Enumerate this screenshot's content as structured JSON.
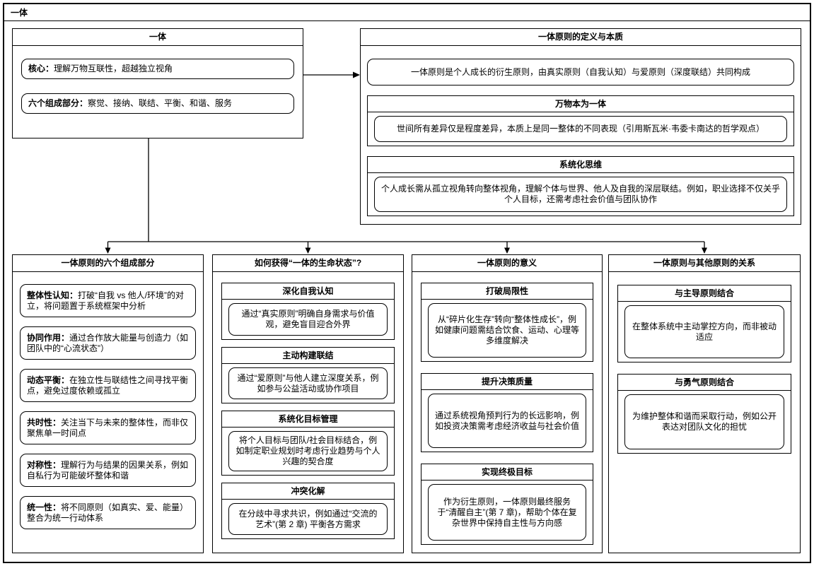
{
  "page": {
    "title": "一体"
  },
  "nodeA": {
    "title": "一体",
    "items": [
      {
        "label": "核心：",
        "text": "理解万物互联性，超越独立视角"
      },
      {
        "label": "六个组成部分：",
        "text": "察觉、接纳、联结、平衡、和谐、服务"
      }
    ]
  },
  "nodeB": {
    "title": "一体原则的定义与本质",
    "intro": "一体原则是个人成长的衍生原则，由真实原则（自我认知）与爱原则（深度联结）共同构成",
    "sections": [
      {
        "title": "万物本为一体",
        "text": "世间所有差异仅是程度差异，本质上是同一整体的不同表现（引用斯瓦米·韦委卡南达的哲学观点）"
      },
      {
        "title": "系统化思维",
        "text": "个人成长需从孤立视角转向整体视角，理解个体与世界、他人及自我的深层联结。例如，职业选择不仅关乎个人目标，还需考虑社会价值与团队协作"
      }
    ]
  },
  "components": {
    "title": "一体原则的六个组成部分",
    "items": [
      {
        "label": "整体性认知：",
        "text": "打破“自我 vs 他人/环境”的对立，将问题置于系统框架中分析"
      },
      {
        "label": "协同作用：",
        "text": "通过合作放大能量与创造力（如团队中的“心流状态”）"
      },
      {
        "label": "动态平衡：",
        "text": "在独立性与联结性之间寻找平衡点，避免过度依赖或孤立"
      },
      {
        "label": "共时性：",
        "text": "关注当下与未来的整体性，而非仅聚焦单一时间点"
      },
      {
        "label": "对称性：",
        "text": "理解行为与结果的因果关系，例如自私行为可能破坏整体和谐"
      },
      {
        "label": "统一性：",
        "text": "将不同原则（如真实、爱、能量）整合为统一行动体系"
      }
    ]
  },
  "how": {
    "title": "如何获得“一体的生命状态”?",
    "sections": [
      {
        "title": "深化自我认知",
        "text": "通过“真实原则”明确自身需求与价值观，避免盲目迎合外界"
      },
      {
        "title": "主动构建联结",
        "text": "通过“爱原则”与他人建立深度关系，例如参与公益活动或协作项目"
      },
      {
        "title": "系统化目标管理",
        "text": "将个人目标与团队/社会目标结合，例如制定职业规划时考虑行业趋势与个人兴趣的契合度"
      },
      {
        "title": "冲突化解",
        "text": "在分歧中寻求共识，例如通过“交流的艺术”(第 2 章) 平衡各方需求"
      }
    ]
  },
  "meaning": {
    "title": "一体原则的意义",
    "sections": [
      {
        "title": "打破局限性",
        "text": "从“碎片化生存”转向“整体性成长”，例如健康问题需结合饮食、运动、心理等多维度解决"
      },
      {
        "title": "提升决策质量",
        "text": "通过系统视角预判行为的长远影响，例如投资决策需考虑经济收益与社会价值"
      },
      {
        "title": "实现终极目标",
        "text": "作为衍生原则，一体原则最终服务于“清醒自主”(第 7 章)，帮助个体在复杂世界中保持自主性与方向感"
      }
    ]
  },
  "relations": {
    "title": "一体原则与其他原则的关系",
    "sections": [
      {
        "title": "与主导原则结合",
        "text": "在整体系统中主动掌控方向，而非被动适应"
      },
      {
        "title": "与勇气原则结合",
        "text": "为维护整体和谐而采取行动，例如公开表达对团队文化的担忧"
      }
    ]
  }
}
